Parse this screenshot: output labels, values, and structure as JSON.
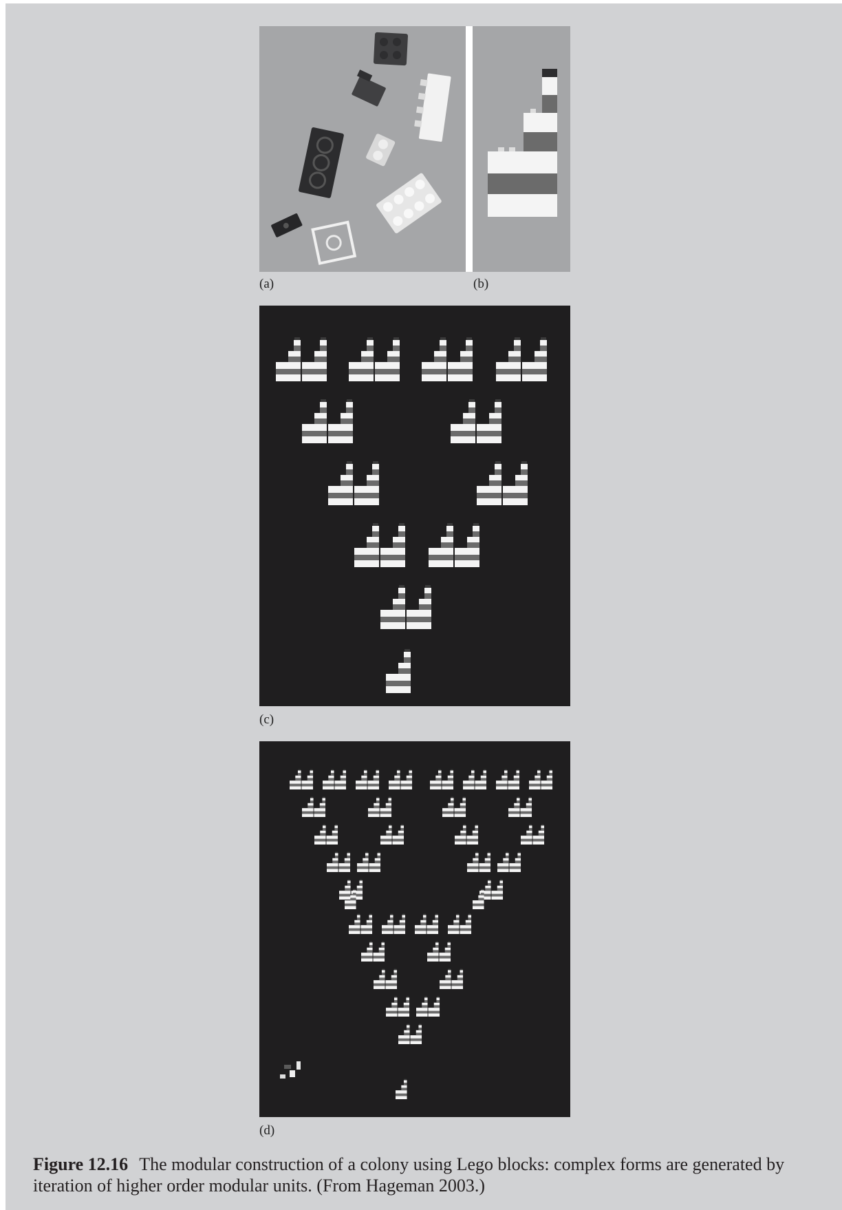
{
  "figure": {
    "number": "Figure 12.16",
    "caption": "The modular construction of a colony using Lego blocks: complex forms are generated by iteration of higher order modular units. (From Hageman 2003.)"
  },
  "panels": [
    {
      "id": "a",
      "label": "(a)"
    },
    {
      "id": "b",
      "label": "(b)"
    },
    {
      "id": "c",
      "label": "(c)"
    },
    {
      "id": "d",
      "label": "(d)"
    }
  ],
  "colors": {
    "page": "#d1d2d4",
    "photo_light_bg": "#a5a6a8",
    "photo_dark_bg": "#1f1e1f",
    "block_white": "#f4f4f4",
    "block_grey": "#6b6b6b",
    "block_dark": "#3a3a3a"
  }
}
